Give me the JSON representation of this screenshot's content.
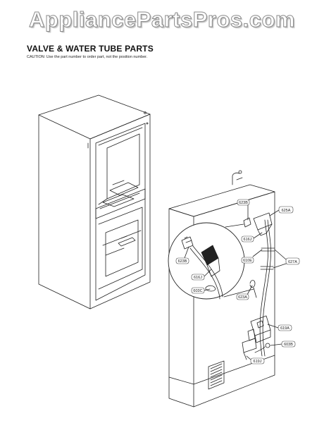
{
  "watermark": "AppliancePartsPros.com",
  "header": {
    "title": "VALVE & WATER TUBE PARTS",
    "caution": "CAUTION: Use the part number to order part, not the position number."
  },
  "labels": [
    {
      "id": "623B_top",
      "text": "623B"
    },
    {
      "id": "625A",
      "text": "625A"
    },
    {
      "id": "616J_right",
      "text": "616J"
    },
    {
      "id": "610E",
      "text": "610E"
    },
    {
      "id": "627A",
      "text": "627A"
    },
    {
      "id": "623A",
      "text": "623A"
    },
    {
      "id": "619A",
      "text": "619A"
    },
    {
      "id": "603B",
      "text": "603B"
    },
    {
      "id": "619J",
      "text": "619J"
    },
    {
      "id": "623B_detail",
      "text": "623B"
    },
    {
      "id": "616J_detail",
      "text": "616J"
    },
    {
      "id": "603C",
      "text": "603C"
    }
  ]
}
